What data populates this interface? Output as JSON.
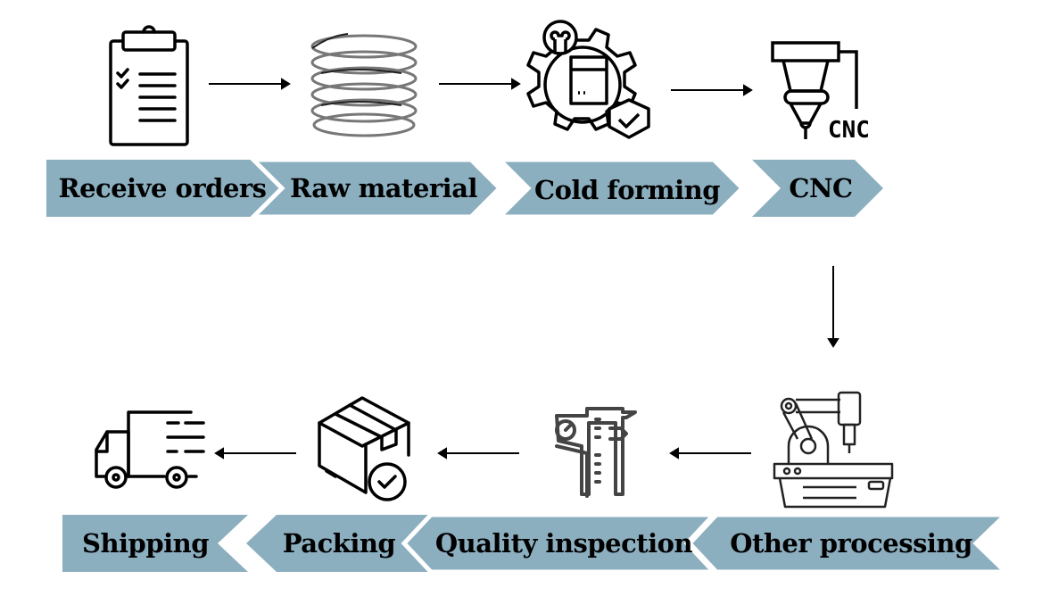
{
  "diagram": {
    "title": "Manufacturing process flow",
    "banner_color": "#8CAFC0",
    "steps": [
      {
        "label": "Receive orders",
        "icon": "clipboard-checklist-icon"
      },
      {
        "label": "Raw material",
        "icon": "coil-spring-icon"
      },
      {
        "label": "Cold forming",
        "icon": "gear-idea-box-icon"
      },
      {
        "label": "CNC",
        "icon": "cnc-spindle-icon",
        "icon_text": "CNC"
      },
      {
        "label": "Other processing",
        "icon": "robotic-machine-icon"
      },
      {
        "label": "Quality inspection",
        "icon": "caliper-icon"
      },
      {
        "label": "Packing",
        "icon": "box-check-icon"
      },
      {
        "label": "Shipping",
        "icon": "delivery-truck-icon"
      }
    ]
  }
}
